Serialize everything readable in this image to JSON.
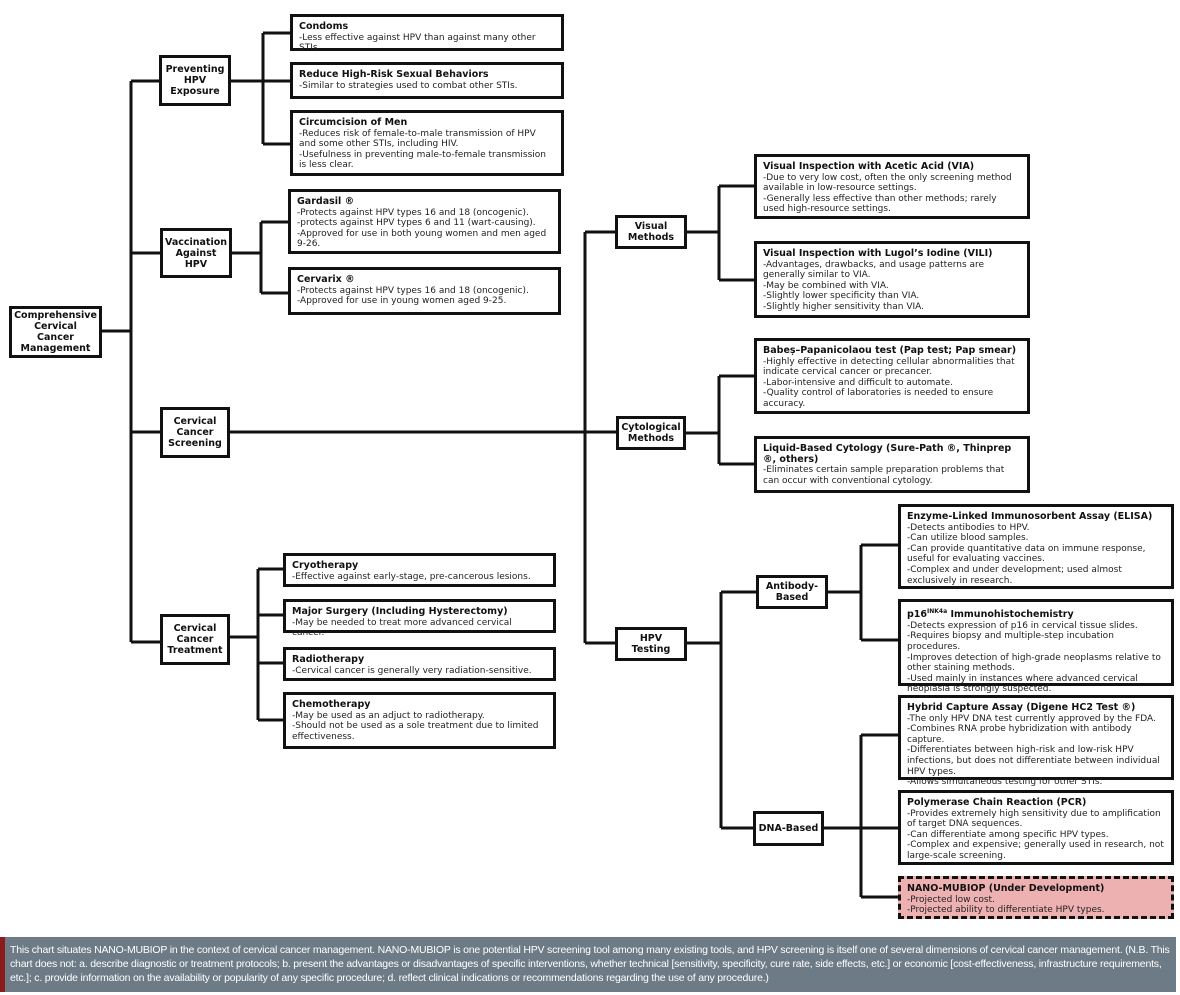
{
  "root": {
    "label": "Comprehensive Cervical Cancer Management"
  },
  "branches": {
    "prevent": {
      "label": "Preventing HPV Exposure",
      "items": [
        {
          "title": "Condoms",
          "lines": [
            "-Less effective against HPV than against many other STIs."
          ]
        },
        {
          "title": "Reduce High-Risk Sexual Behaviors",
          "lines": [
            "-Similar to strategies used to combat other STIs."
          ]
        },
        {
          "title": "Circumcision of Men",
          "lines": [
            "-Reduces risk of female-to-male transmission of HPV and some other STIs, including HIV.",
            "-Usefulness in preventing male-to-female transmission is less clear."
          ]
        }
      ]
    },
    "vaccine": {
      "label": "Vaccination Against HPV",
      "items": [
        {
          "title": "Gardasil ®",
          "lines": [
            "-Protects against HPV types 16 and 18 (oncogenic).",
            "-protects against HPV types 6 and 11 (wart-causing).",
            "-Approved for use in both young women and men aged 9-26."
          ]
        },
        {
          "title": "Cervarix ®",
          "lines": [
            "-Protects against HPV types 16 and 18 (oncogenic).",
            "-Approved for use in young women aged 9-25."
          ]
        }
      ]
    },
    "screening": {
      "label": "Cervical Cancer Screening",
      "visual": {
        "label": "Visual Methods",
        "items": [
          {
            "title": "Visual Inspection with Acetic Acid (VIA)",
            "lines": [
              "-Due to very low cost, often the only screening method available in low-resource settings.",
              "-Generally less effective than other methods; rarely used high-resource settings."
            ]
          },
          {
            "title": "Visual Inspection with Lugol’s Iodine (VILI)",
            "lines": [
              "-Advantages, drawbacks, and usage patterns are generally similar to VIA.",
              "-May be combined with VIA.",
              "-Slightly lower specificity than VIA.",
              "-Slightly higher sensitivity than VIA."
            ]
          }
        ]
      },
      "cyto": {
        "label": "Cytological Methods",
        "items": [
          {
            "title": "Babeș–Papanicolaou test (Pap test; Pap smear)",
            "lines": [
              "-Highly effective in detecting cellular abnormalities that indicate cervical cancer or precancer.",
              "-Labor-intensive and difficult to automate.",
              "-Quality control of laboratories is needed to ensure accuracy."
            ]
          },
          {
            "title": "Liquid-Based Cytology (Sure-Path ®, Thinprep ®, others)",
            "lines": [
              "-Eliminates certain sample preparation problems that can occur with conventional cytology."
            ]
          }
        ]
      },
      "hpv": {
        "label": "HPV Testing",
        "antibody": {
          "label": "Antibody-Based",
          "items": [
            {
              "title": "Enzyme-Linked Immunosorbent Assay (ELISA)",
              "lines": [
                "-Detects antibodies to HPV.",
                "-Can utilize blood samples.",
                "-Can provide quantitative data on immune response, useful for evaluating vaccines.",
                "-Complex and under development; used almost exclusively in research."
              ]
            },
            {
              "title_main": "p16",
              "title_sup": "INK4a",
              "title_rest": " Immunohistochemistry",
              "lines": [
                "-Detects expression of p16 in cervical tissue slides.",
                "-Requires biopsy and multiple-step incubation procedures.",
                "-Improves detection of high-grade neoplasms relative to other staining methods.",
                "-Used mainly in instances where advanced cervical neoplasia is strongly suspected."
              ]
            }
          ]
        },
        "dna": {
          "label": "DNA-Based",
          "items": [
            {
              "title": "Hybrid Capture Assay (Digene HC2 Test ®)",
              "lines": [
                "-The only HPV DNA test currently approved by the FDA.",
                "-Combines RNA probe hybridization with antibody capture.",
                "-Differentiates between high-risk and low-risk HPV infections, but does not differentiate between individual HPV types.",
                "-Allows simultaneous testing for other STIs."
              ]
            },
            {
              "title": "Polymerase Chain Reaction (PCR)",
              "lines": [
                "-Provides extremely high sensitivity due to amplification of target DNA sequences.",
                "-Can differentiate among specific HPV types.",
                "-Complex and expensive; generally used in research, not large-scale screening."
              ]
            },
            {
              "title": "NANO-MUBIOP (Under Development)",
              "lines": [
                "-Projected low cost.",
                "-Projected ability to differentiate HPV types."
              ],
              "highlight_color": "#edb1b1"
            }
          ]
        }
      }
    },
    "treatment": {
      "label": "Cervical Cancer Treatment",
      "items": [
        {
          "title": "Cryotherapy",
          "lines": [
            "-Effective against early-stage, pre-cancerous lesions."
          ]
        },
        {
          "title": "Major Surgery (Including Hysterectomy)",
          "lines": [
            "-May be needed to treat more advanced cervical cancer."
          ]
        },
        {
          "title": "Radiotherapy",
          "lines": [
            "-Cervical cancer is generally very radiation-sensitive."
          ]
        },
        {
          "title": "Chemotherapy",
          "lines": [
            "-May be used as an adjuct to radiotherapy.",
            "-Should not be used as a sole treatment due to limited effectiveness."
          ]
        }
      ]
    }
  },
  "footer": {
    "text": "This chart situates NANO-MUBIOP in the context of cervical cancer management. NANO-MUBIOP is one potential HPV screening tool among many existing tools, and HPV screening is itself one of several dimensions of cervical cancer management. (N.B. This chart does not: a. describe diagnostic or treatment protocols; b. present the advantages or disadvantages of specific interventions, whether technical [sensitivity, specificity, cure rate, side effects, etc.] or economic [cost-effectiveness, infrastructure requirements, etc.]; c. provide information on the availability or popularity of any specific procedure; d. reflect clinical indications or recommendations regarding the use of any procedure.)"
  },
  "colors": {
    "line": "#111111",
    "footer_bg": "#6c7b85",
    "footer_accent": "#8a1c1c",
    "nano_fill": "#edb1b1"
  }
}
